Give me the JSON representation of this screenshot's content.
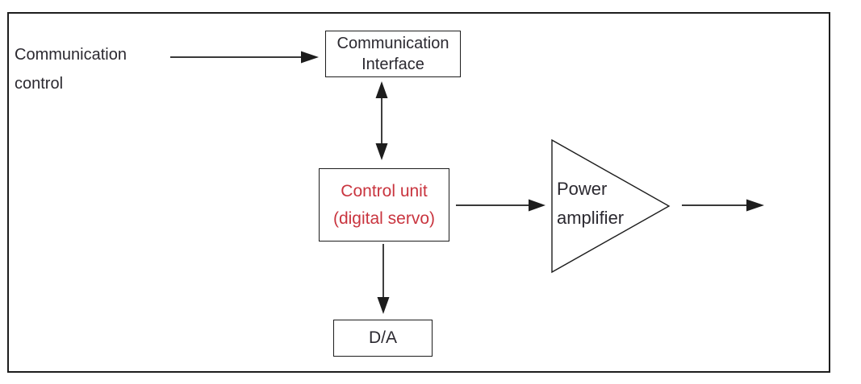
{
  "colors": {
    "line": "#1d1d1d",
    "text": "#2b2930",
    "control_unit_text": "#c9353f",
    "background": "#ffffff"
  },
  "source_label": {
    "line1": "Communication",
    "line2": "control"
  },
  "nodes": {
    "communication_interface": {
      "line1": "Communication",
      "line2": "Interface"
    },
    "control_unit": {
      "line1": "Control unit",
      "line2": "(digital servo)"
    },
    "power_amplifier": {
      "line1": "Power",
      "line2": "amplifier"
    },
    "da_converter": {
      "label": "D/A"
    }
  }
}
